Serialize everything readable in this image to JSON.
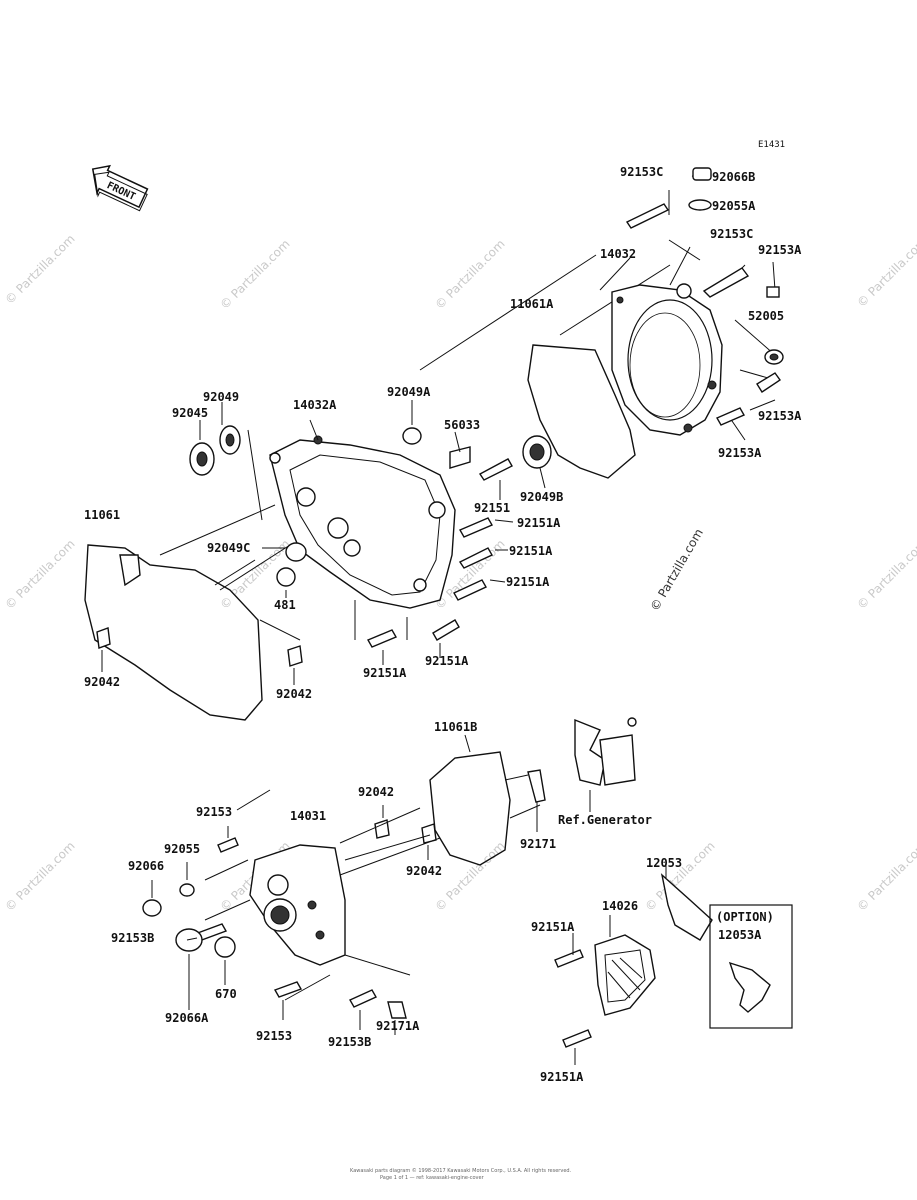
{
  "diagram": {
    "ref_code": "E1431",
    "front_label": "FRONT",
    "watermark": "© Partzilla.com",
    "watermark_center": "© Partzilla.com",
    "footer_line1": "Kawasaki parts diagram © 1998-2017 Kawasaki Motors Corp., U.S.A. All rights reserved.",
    "footer_line2": "Page 1 of 1 — ref: kawasaki-engine-cover",
    "option_box_title": "(OPTION)",
    "labels": {
      "p92153C_a": "92153C",
      "p92066B": "92066B",
      "p92055A": "92055A",
      "p14032": "14032",
      "p92153C_b": "92153C",
      "p92153A_a": "92153A",
      "p11061A": "11061A",
      "p52005": "52005",
      "p92049": "92049",
      "p92045": "92045",
      "p14032A": "14032A",
      "p92049A": "92049A",
      "p56033": "56033",
      "p92153A_b": "92153A",
      "p92153A_c": "92153A",
      "p92151": "92151",
      "p92049B": "92049B",
      "p11061": "11061",
      "p92151A_a": "92151A",
      "p92049C": "92049C",
      "p92151A_b": "92151A",
      "p92151A_c": "92151A",
      "p481": "481",
      "p92042_a": "92042",
      "p92042_b": "92042",
      "p92151A_d": "92151A",
      "p92151A_e": "92151A",
      "p11061B": "11061B",
      "p92042_c": "92042",
      "p92153_a": "92153",
      "p14031": "14031",
      "p92055": "92055",
      "p92066": "92066",
      "p92042_d": "92042",
      "p92171": "92171",
      "pRefGen": "Ref.Generator",
      "p12053": "12053",
      "p14026": "14026",
      "p92151A_f": "92151A",
      "p12053A": "12053A",
      "p92153B_a": "92153B",
      "p670": "670",
      "p92066A": "92066A",
      "p92153_b": "92153",
      "p92153B_b": "92153B",
      "p92171A": "92171A",
      "p92151A_g": "92151A"
    }
  }
}
